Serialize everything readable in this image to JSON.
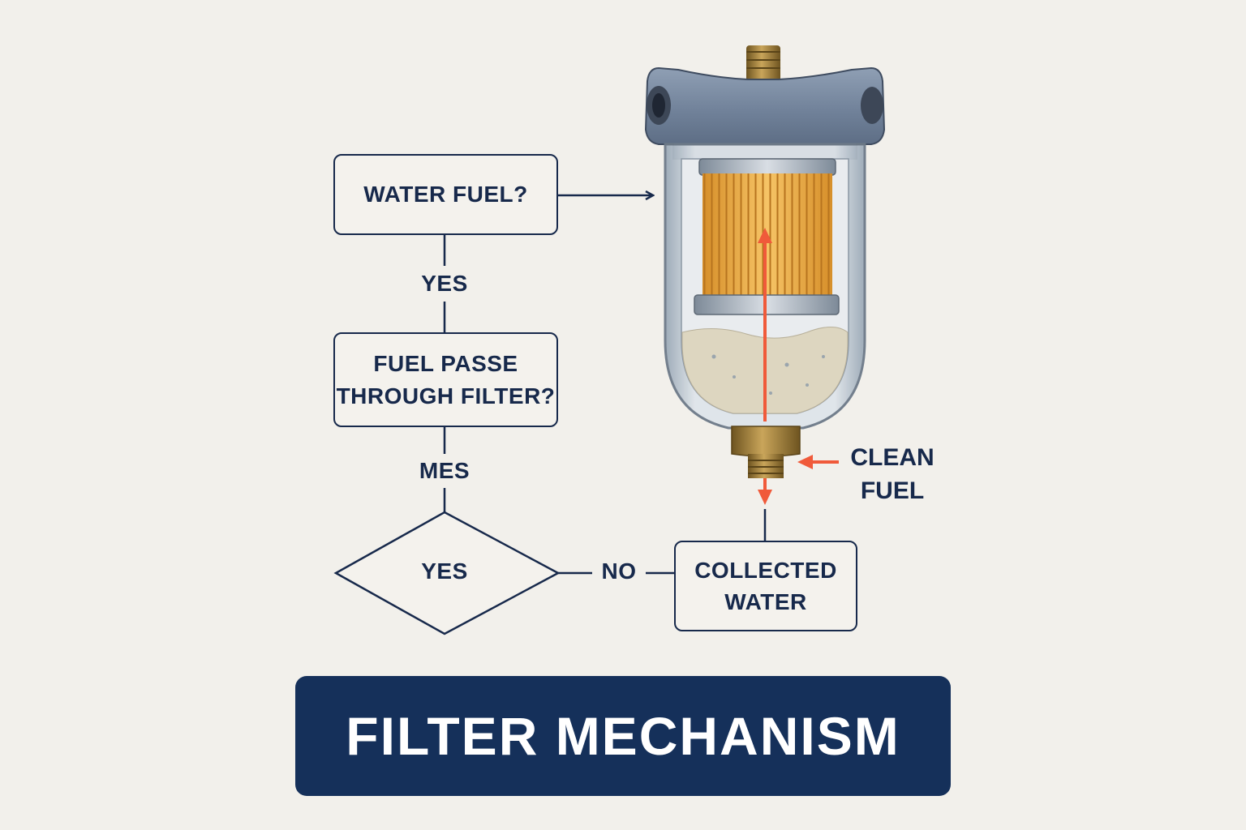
{
  "flowchart": {
    "box_water_fuel": "WATER FUEL?",
    "edge_yes_1": "YES",
    "box_fuel_passes": "FUEL PASSE\nTHROUGH FILTER?",
    "edge_yes_2": "MES",
    "decision_yes": "YES",
    "edge_no": "NO",
    "box_collected_water": "COLLECTED\nWATER"
  },
  "annotation": {
    "clean_fuel": "CLEAN\nFUEL"
  },
  "banner": {
    "title": "FILTER MECHANISM"
  },
  "colors": {
    "navy": "#17294b",
    "banner": "#15305a",
    "flow_arrow": "#f05a3a",
    "filter_element": "#f0b24a"
  }
}
